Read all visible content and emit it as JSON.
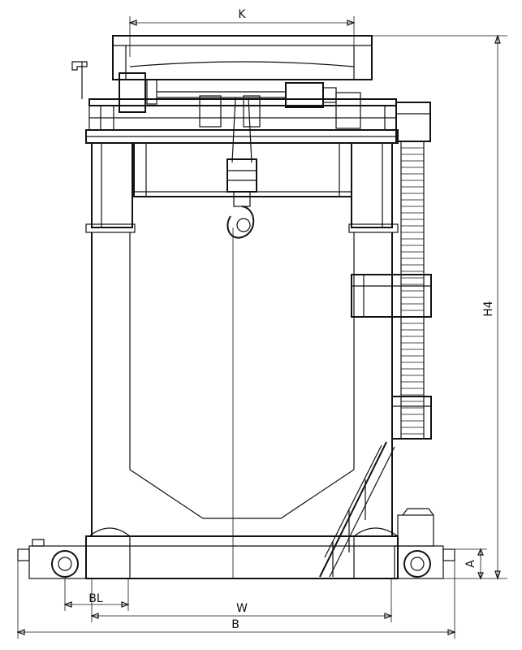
{
  "dimensions": {
    "top_span": "K",
    "overall_height": "H4",
    "rail_height": "A",
    "leg_base": "BL",
    "inner_width": "W",
    "overall_width": "B"
  }
}
